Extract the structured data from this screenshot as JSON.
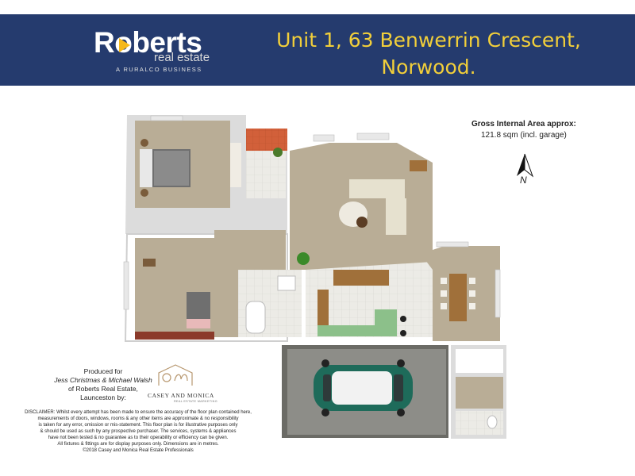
{
  "header": {
    "logo_word": "Roberts",
    "logo_sub": "real estate",
    "logo_tagline": "A RURALCO BUSINESS",
    "address_line1": "Unit 1, 63 Benwerrin Crescent,",
    "address_line2": "Norwood."
  },
  "area": {
    "title": "Gross Internal Area approx:",
    "value": "121.8 sqm (incl. garage)"
  },
  "compass": {
    "label": "N"
  },
  "credits": {
    "line1": "Produced for",
    "line2": "Jess Christmas & Michael Walsh",
    "line3": "of Roberts Real Estate,",
    "line4": "Launceston by:",
    "company_name": "CASEY AND MONICA",
    "company_sub": "REAL ESTATE MARKETING"
  },
  "disclaimer": {
    "l1": "DISCLAIMER: Whilst every attempt has been made to ensure the accuracy of the floor plan contained here,",
    "l2": "measurements of doors, windows, rooms & any other items are approximate & no responsibility",
    "l3": "is taken for any error, omission or mis-statement. This floor plan is for illustrative purposes only",
    "l4": "& should be used as such by any prospective purchaser. The services, systems & appliances",
    "l5": "have not been tested & no guarantee as to their operability or efficiency can be given.",
    "l6": "All fixtures & fittings are for display purposes only. Dimensions are in metres.",
    "l7": "©2018 Casey and Monica Real Estate Professionals"
  },
  "colors": {
    "header_bg": "#253b6e",
    "address_text": "#f2cf3a",
    "logo_accent": "#f5b81b",
    "floor_carpet": "#b9ad96",
    "floor_tile": "#ecebe6",
    "garage_floor": "#8d8d88",
    "car_body": "#1e6b5a",
    "deck_tile": "#d2603a"
  }
}
